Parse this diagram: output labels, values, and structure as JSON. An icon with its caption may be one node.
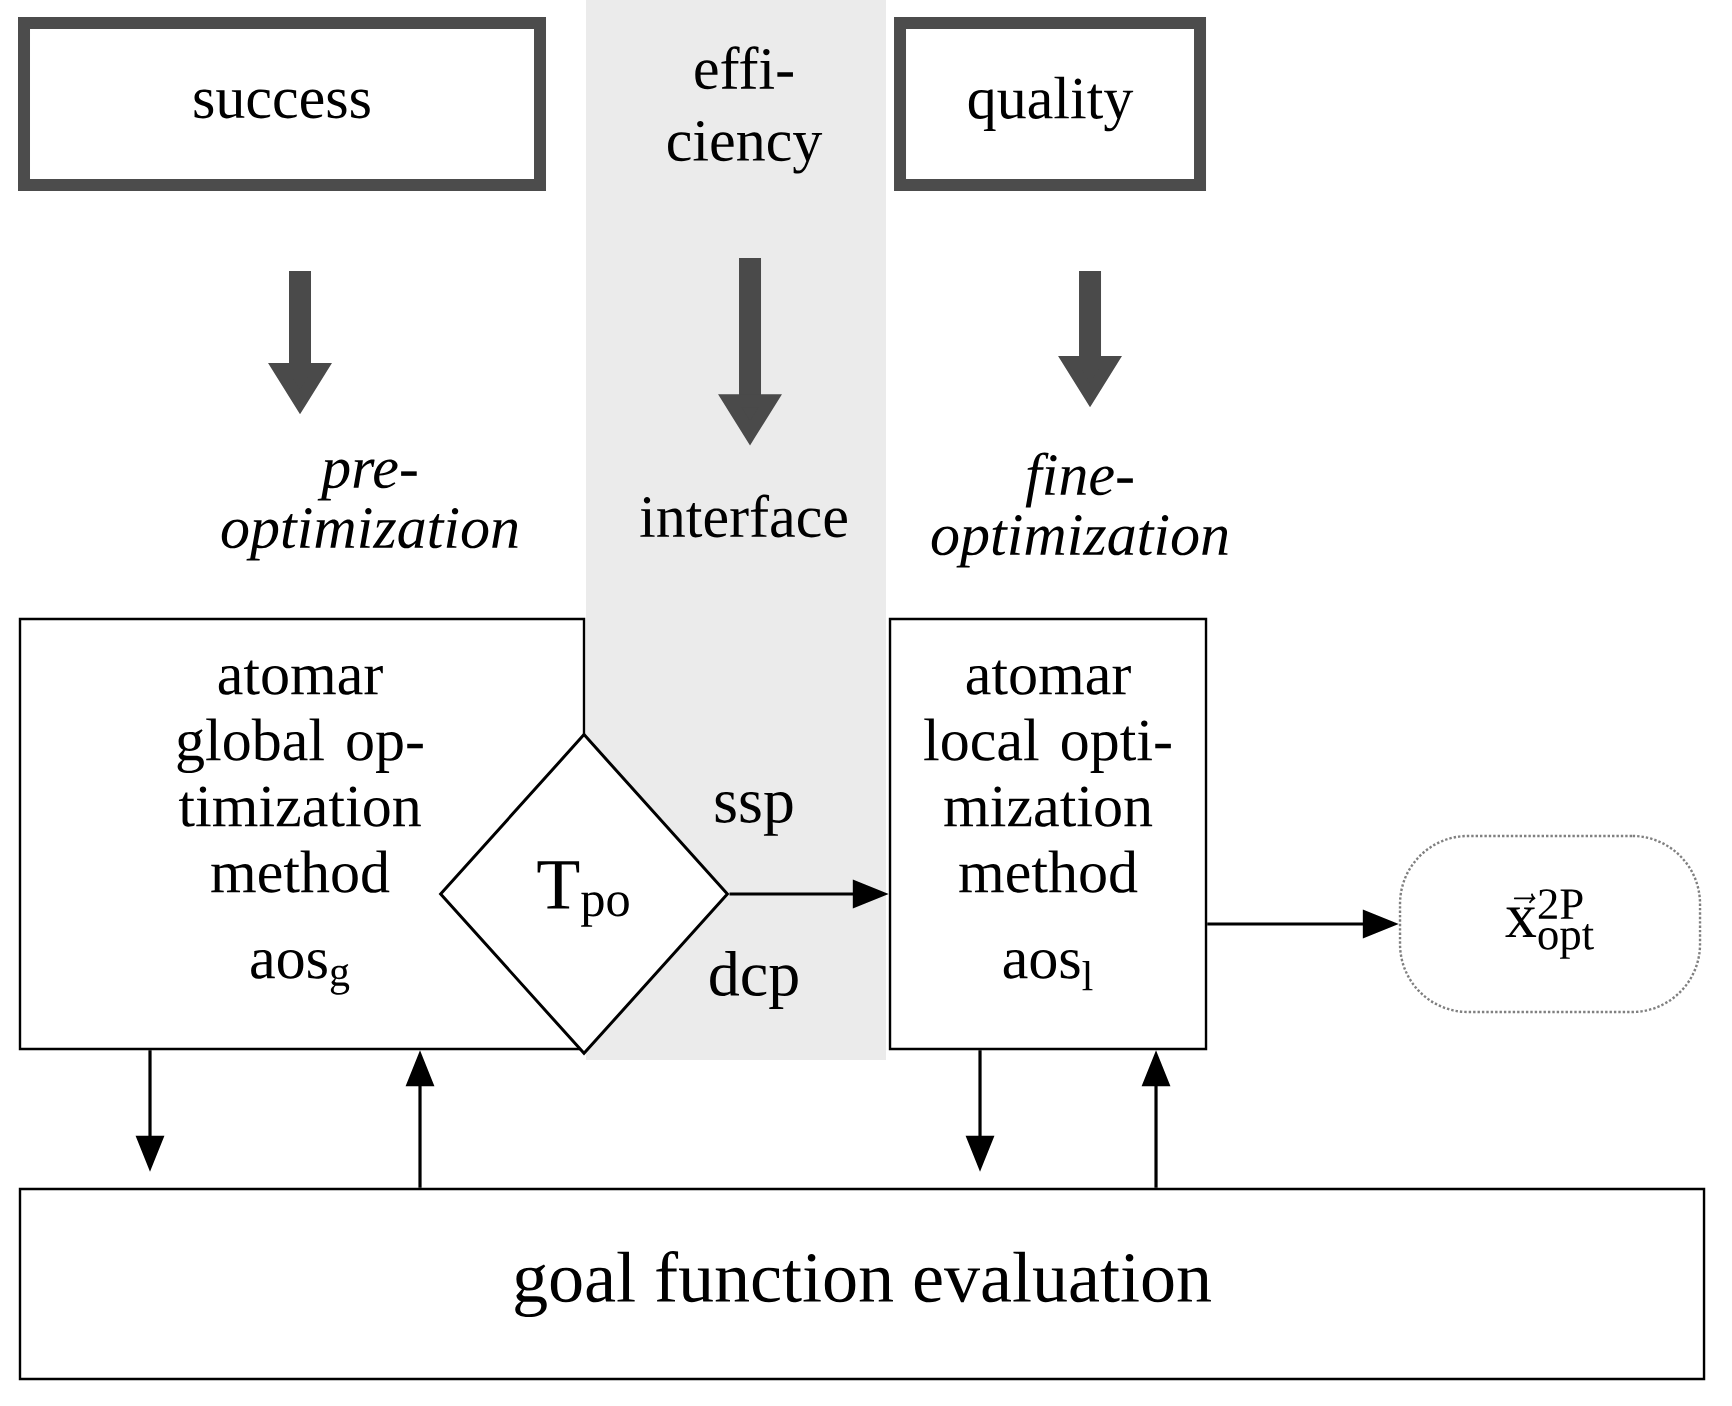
{
  "diagram": {
    "nodes": [
      {
        "text": [
          "success"
        ]
      },
      {
        "text": [
          "effi- ciency"
        ]
      },
      {
        "text": [
          "quality"
        ]
      },
      {
        "text": [
          "interface"
        ]
      },
      {
        "text": [
          "pre- optimization",
          "atomar global op- timization method",
          "aos$_{g}$"
        ]
      },
      {
        "text": [
          "T$_{po}$"
        ]
      },
      {
        "text": [
          "fine- optimization",
          "atomar local opti- mization method",
          "aos$_{l}$"
        ]
      },
      {
        "text": [
          "\\vec{\\mathrm{x}}^{\\mathrm{2P}}_{\\mathrm{opt}}"
        ]
      },
      {
        "text": [
          "goal function evaluation"
        ]
      }
    ],
    "edges": [
      {
        "from": 0,
        "to": 4,
        "arrow": "to",
        "style": "thick",
        "color": "#4a4a4a"
      },
      {
        "from": 1,
        "to": 3,
        "arrow": "to",
        "style": "thick",
        "color": "#4a4a4a"
      },
      {
        "from": 2,
        "to": 6,
        "arrow": "to",
        "style": "thick",
        "color": "#4a4a4a"
      },
      {
        "from": 5,
        "to": 6,
        "arrow": "to"
      },
      {
        "from": 6,
        "to": 7,
        "arrow": "to"
      },
      {
        "from": 4,
        "to": 8,
        "arrow": "to"
      },
      {
        "from": 8,
        "to": 4,
        "arrow": "to"
      },
      {
        "from": 6,
        "to": 8,
        "arrow": "to"
      },
      {
        "from": 8,
        "to": 6,
        "arrow": "to"
      }
    ],
    "labels": [
      "ssp",
      "dcp"
    ]
  }
}
